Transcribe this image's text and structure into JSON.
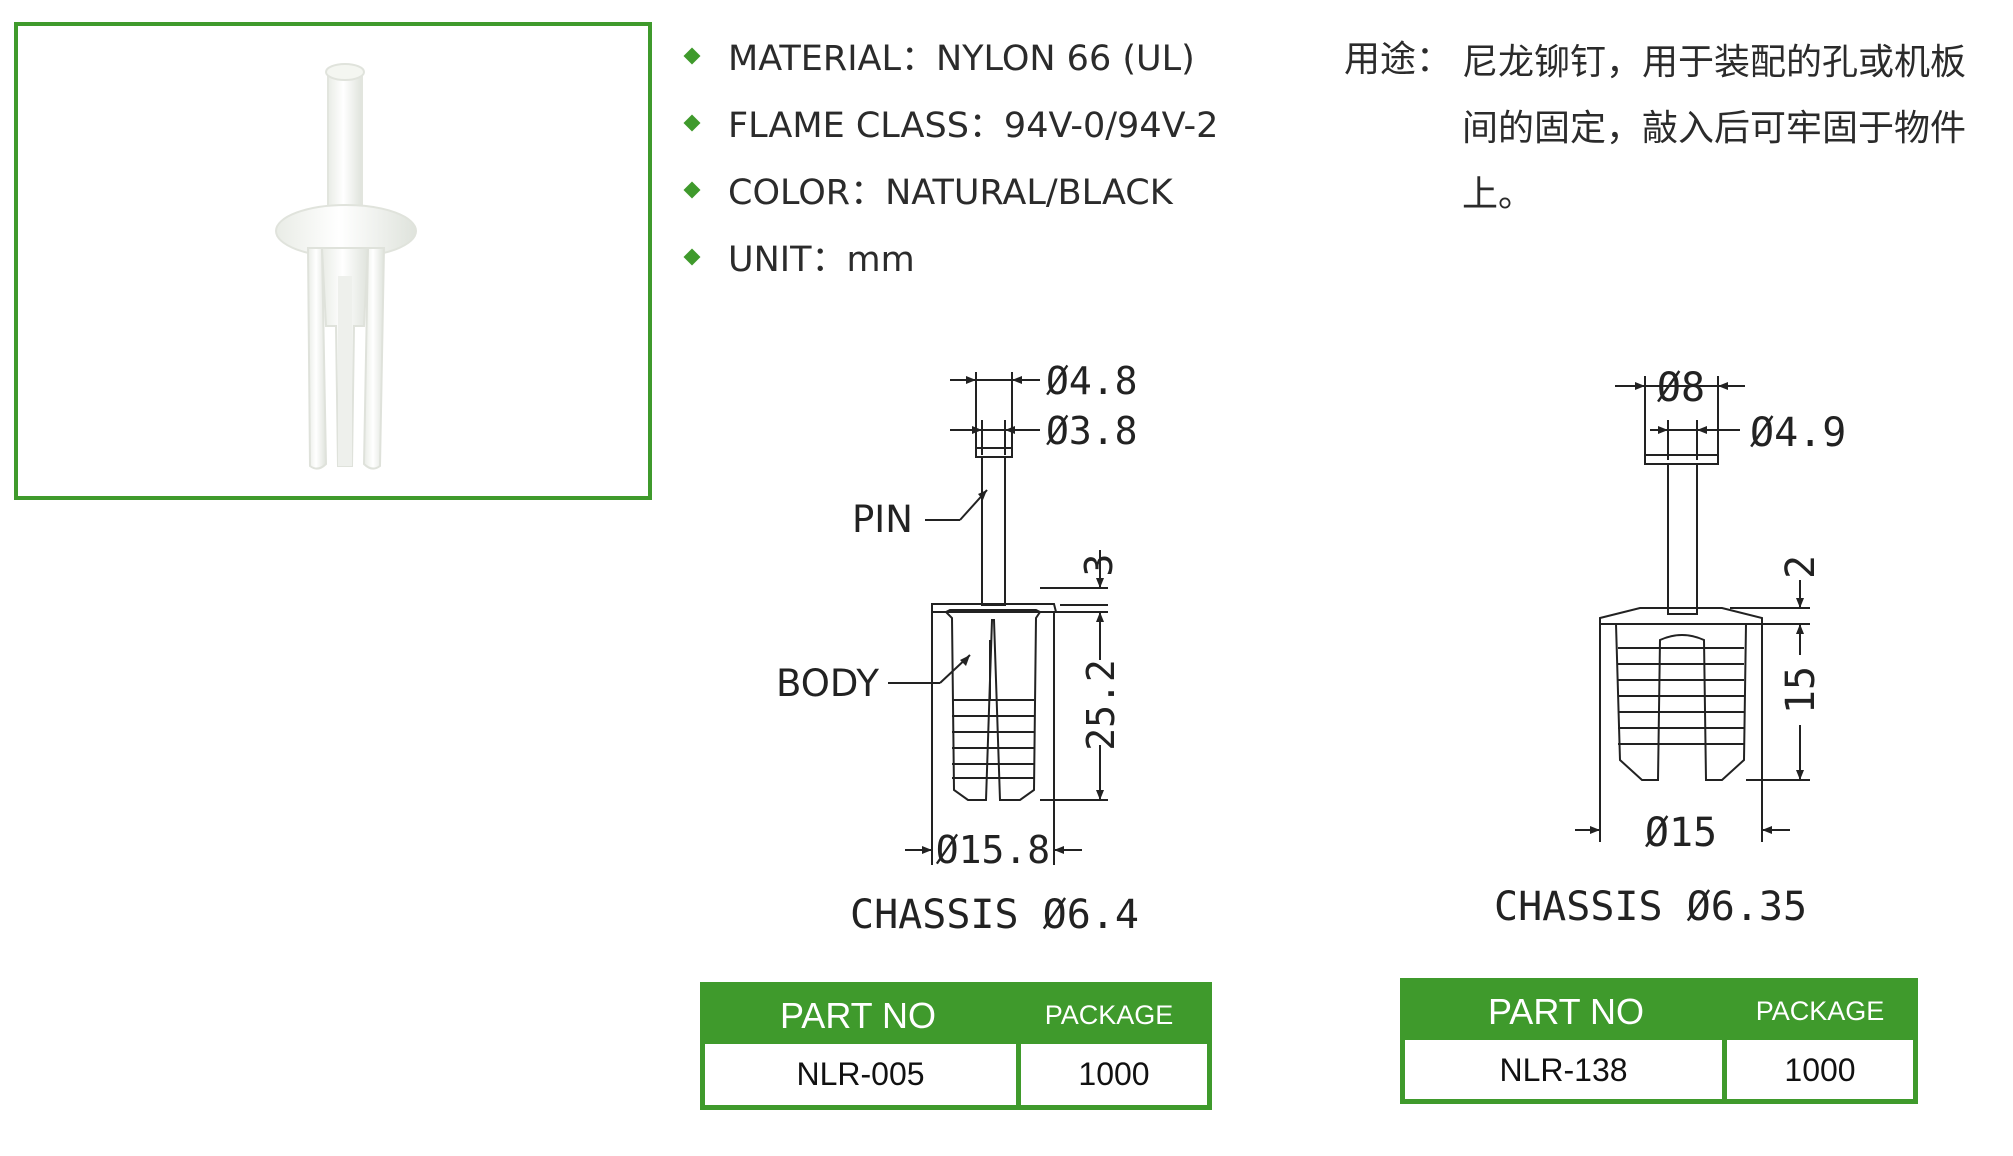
{
  "product_photo": {
    "alt_icon": "nylon-rivet-photo"
  },
  "specs": [
    {
      "text": "MATERIAL：NYLON 66 (UL)"
    },
    {
      "text": "FLAME CLASS：94V-0/94V-2"
    },
    {
      "text": "COLOR：NATURAL/BLACK"
    },
    {
      "text": "UNIT：mm"
    }
  ],
  "usage": {
    "label": "用途：",
    "text": "尼龙铆钉，用于装配的孔或机板间的固定，敲入后可牢固于物件上。"
  },
  "drawings": [
    {
      "dims": {
        "d1": "Ø4.8",
        "d2": "Ø3.8",
        "height_top": "3",
        "length": "25.2",
        "base": "Ø15.8"
      },
      "labels": {
        "pin": "PIN",
        "body": "BODY"
      },
      "chassis": "CHASSIS Ø6.4",
      "table": {
        "col1_header": "PART NO",
        "col2_header": "PACKAGE",
        "part_no": "NLR-005",
        "package": "1000"
      }
    },
    {
      "dims": {
        "d1": "Ø8",
        "d2": "Ø4.9",
        "height_top": "2",
        "length": "15",
        "base": "Ø15"
      },
      "chassis": "CHASSIS Ø6.35",
      "table": {
        "col1_header": "PART NO",
        "col2_header": "PACKAGE",
        "part_no": "NLR-138",
        "package": "1000"
      }
    }
  ],
  "colors": {
    "accent": "#3f9a2c",
    "line": "#222222"
  }
}
